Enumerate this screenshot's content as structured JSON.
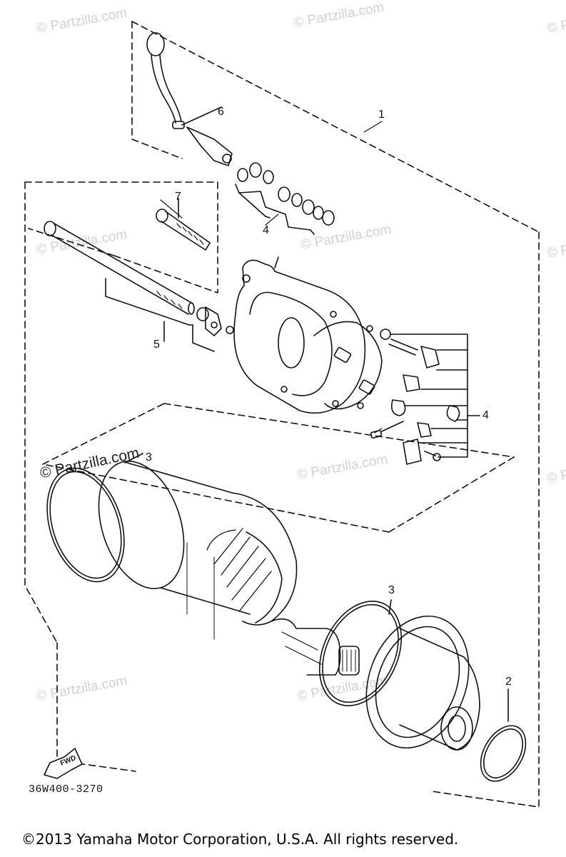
{
  "watermark": "© Partzilla.com",
  "callouts": {
    "c1": "1",
    "c2": "2",
    "c3a": "3",
    "c3b": "3",
    "c4a": "4",
    "c4b": "4",
    "c5": "5",
    "c6": "6",
    "c7": "7"
  },
  "fwd_label": "FWD",
  "diagram_code": "36W400-3270",
  "copyright": "©2013 Yamaha Motor Corporation, U.S.A. All rights reserved."
}
